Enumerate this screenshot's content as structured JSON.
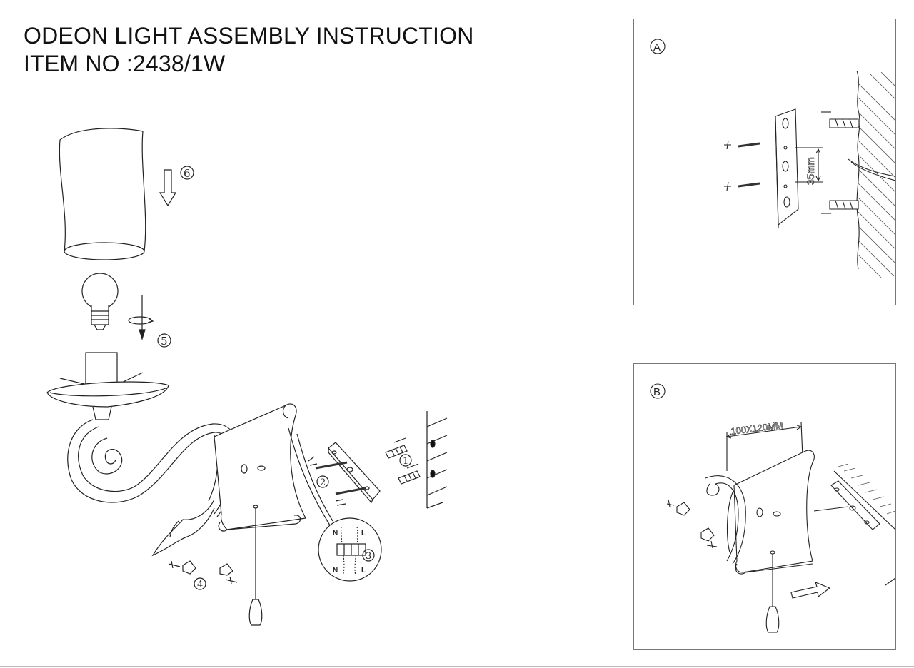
{
  "header": {
    "line1": "ODEON LIGHT ASSEMBLY INSTRUCTION",
    "line2": "ITEM NO :2438/1W"
  },
  "steps": {
    "step1": "1",
    "step2": "2",
    "step3": "3",
    "step4": "4",
    "step5": "5",
    "step6": "6"
  },
  "wiring": {
    "n_top": "N",
    "l_top": "L",
    "n_bottom": "N",
    "l_bottom": "L"
  },
  "panel_a": {
    "label": "A",
    "dimension": "35mm"
  },
  "panel_b": {
    "label": "B",
    "dimension": "100X120MM"
  }
}
